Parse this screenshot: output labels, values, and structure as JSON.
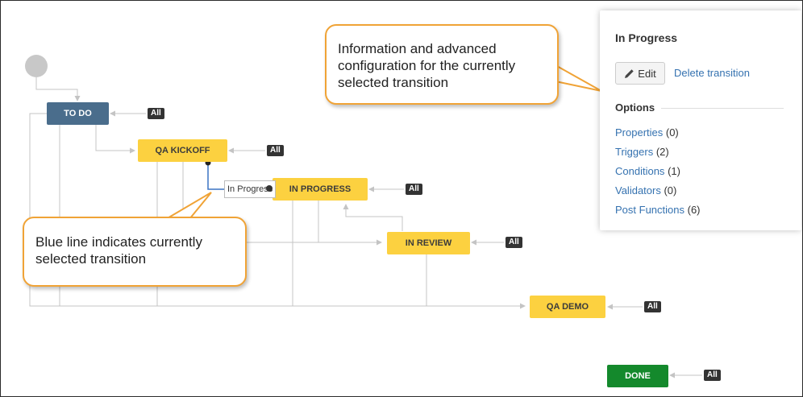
{
  "colors": {
    "todo": "#4a6d8c",
    "in_progress": "#fcd140",
    "done": "#14892c",
    "selected_line": "#3b73c4",
    "connector": "#c4c4c4",
    "callout_border": "#f0a336",
    "link": "#3572b0"
  },
  "statuses": {
    "todo": "TO DO",
    "qa_kickoff": "QA KICKOFF",
    "in_progress": "IN PROGRESS",
    "in_review": "IN REVIEW",
    "qa_demo": "QA DEMO",
    "done": "DONE"
  },
  "all_label": "All",
  "transition_label": "In Progress",
  "callouts": {
    "panel_info": "Information and advanced configuration for the currently selected transition",
    "blue_line": "Blue line indicates currently selected transition"
  },
  "panel": {
    "title": "In Progress",
    "edit_label": "Edit",
    "edit_icon": "pencil-icon",
    "delete_label": "Delete transition",
    "options_heading": "Options",
    "options": [
      {
        "label": "Properties",
        "count": "(0)"
      },
      {
        "label": "Triggers",
        "count": "(2)"
      },
      {
        "label": "Conditions",
        "count": "(1)"
      },
      {
        "label": "Validators",
        "count": "(0)"
      },
      {
        "label": "Post Functions",
        "count": "(6)"
      }
    ]
  }
}
